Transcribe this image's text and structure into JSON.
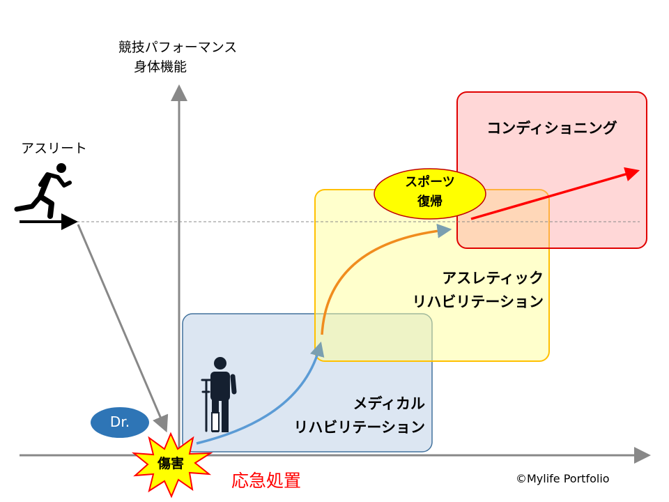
{
  "axis": {
    "y_label_line1": "競技パフォーマンス",
    "y_label_line2": "身体機能"
  },
  "athlete": {
    "label": "アスリート"
  },
  "doctor": {
    "label": "Dr."
  },
  "injury": {
    "label": "傷害"
  },
  "first_aid": {
    "label": "応急処置"
  },
  "phases": {
    "medical": {
      "line1": "メディカル",
      "line2": "リハビリテーション"
    },
    "athletic": {
      "line1": "アスレティック",
      "line2": "リハビリテーション"
    },
    "conditioning": {
      "label": "コンディショニング"
    }
  },
  "return_to_sport": {
    "line1": "スポーツ",
    "line2": "復帰"
  },
  "copyright": "©Mylife Portfolio",
  "colors": {
    "medical": "#dce6f2",
    "athletic": "#ffffcc",
    "conditioning": "#ffd5d5",
    "accent_red": "#ff0000",
    "doctor": "#2e75b6"
  }
}
